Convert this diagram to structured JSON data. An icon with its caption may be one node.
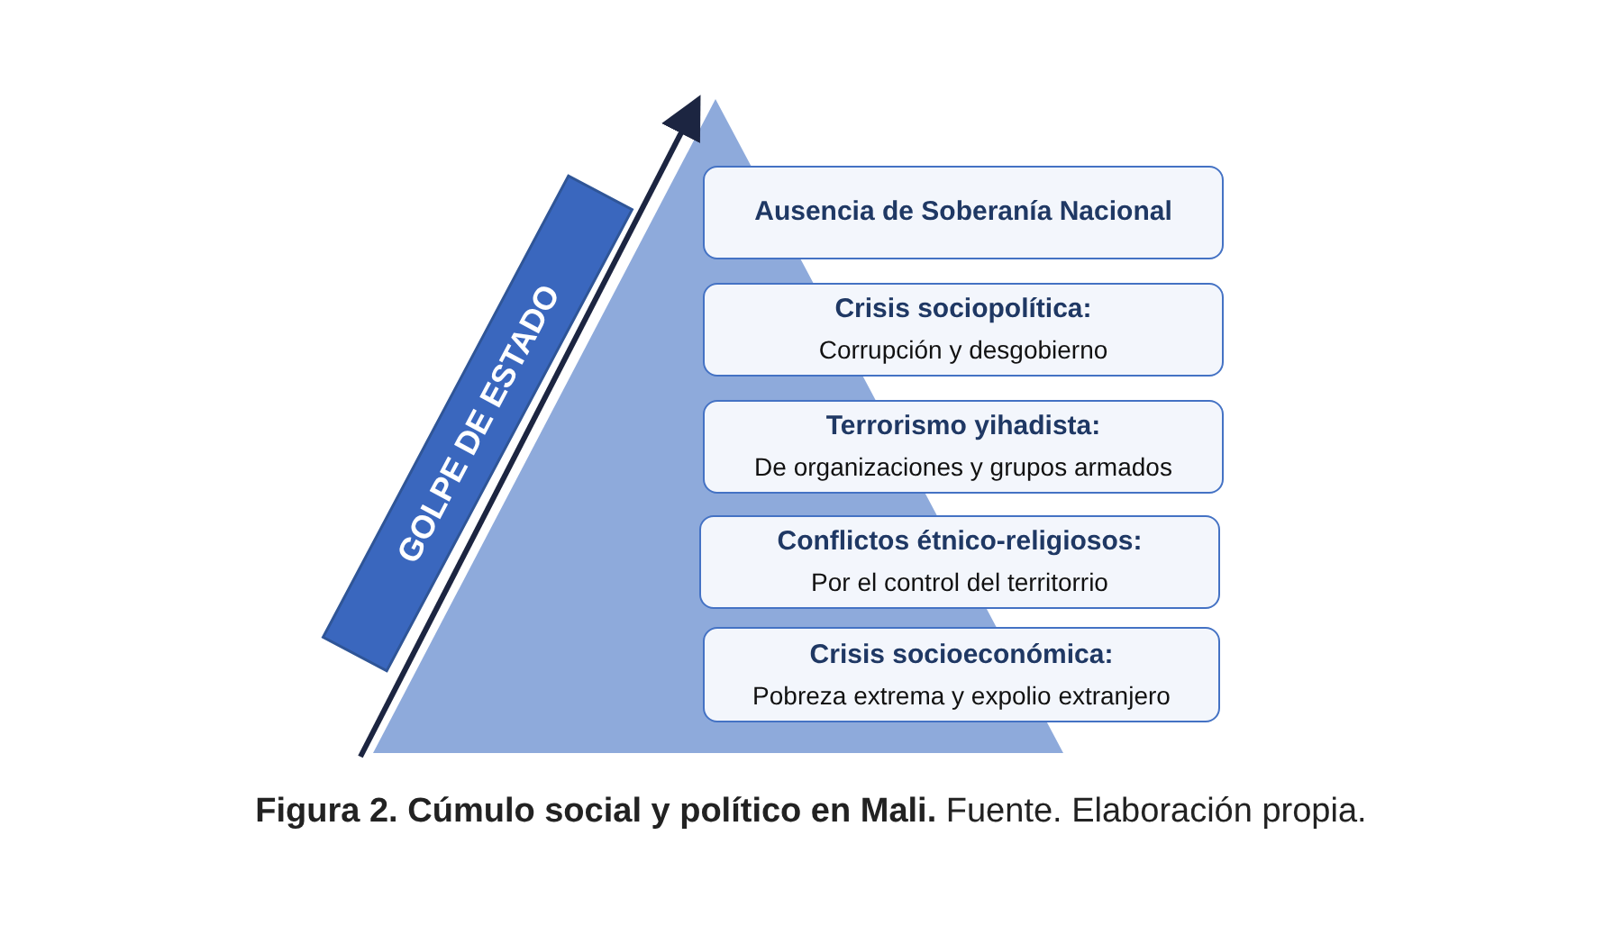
{
  "diagram": {
    "caption": "**Figura 2. Cúmulo social y político en Mali.** Fuente. Elaboración propia.",
    "nodes": [
      {
        "text": [
          "GOLPE DE ESTADO"
        ]
      },
      {
        "text": [
          "Ausencia de Soberanía Nacional"
        ]
      },
      {
        "text": [
          "Crisis sociopolítica:",
          "Corrupción y desgobierno"
        ]
      },
      {
        "text": [
          "Terrorismo yihadista:",
          "De organizaciones y grupos armados"
        ]
      },
      {
        "text": [
          "Conflictos étnico-religiosos:",
          "Por el control del territorrio"
        ]
      },
      {
        "text": [
          "Crisis socioeconómica:",
          "Pobreza extrema y expolio extranjero"
        ]
      }
    ]
  }
}
